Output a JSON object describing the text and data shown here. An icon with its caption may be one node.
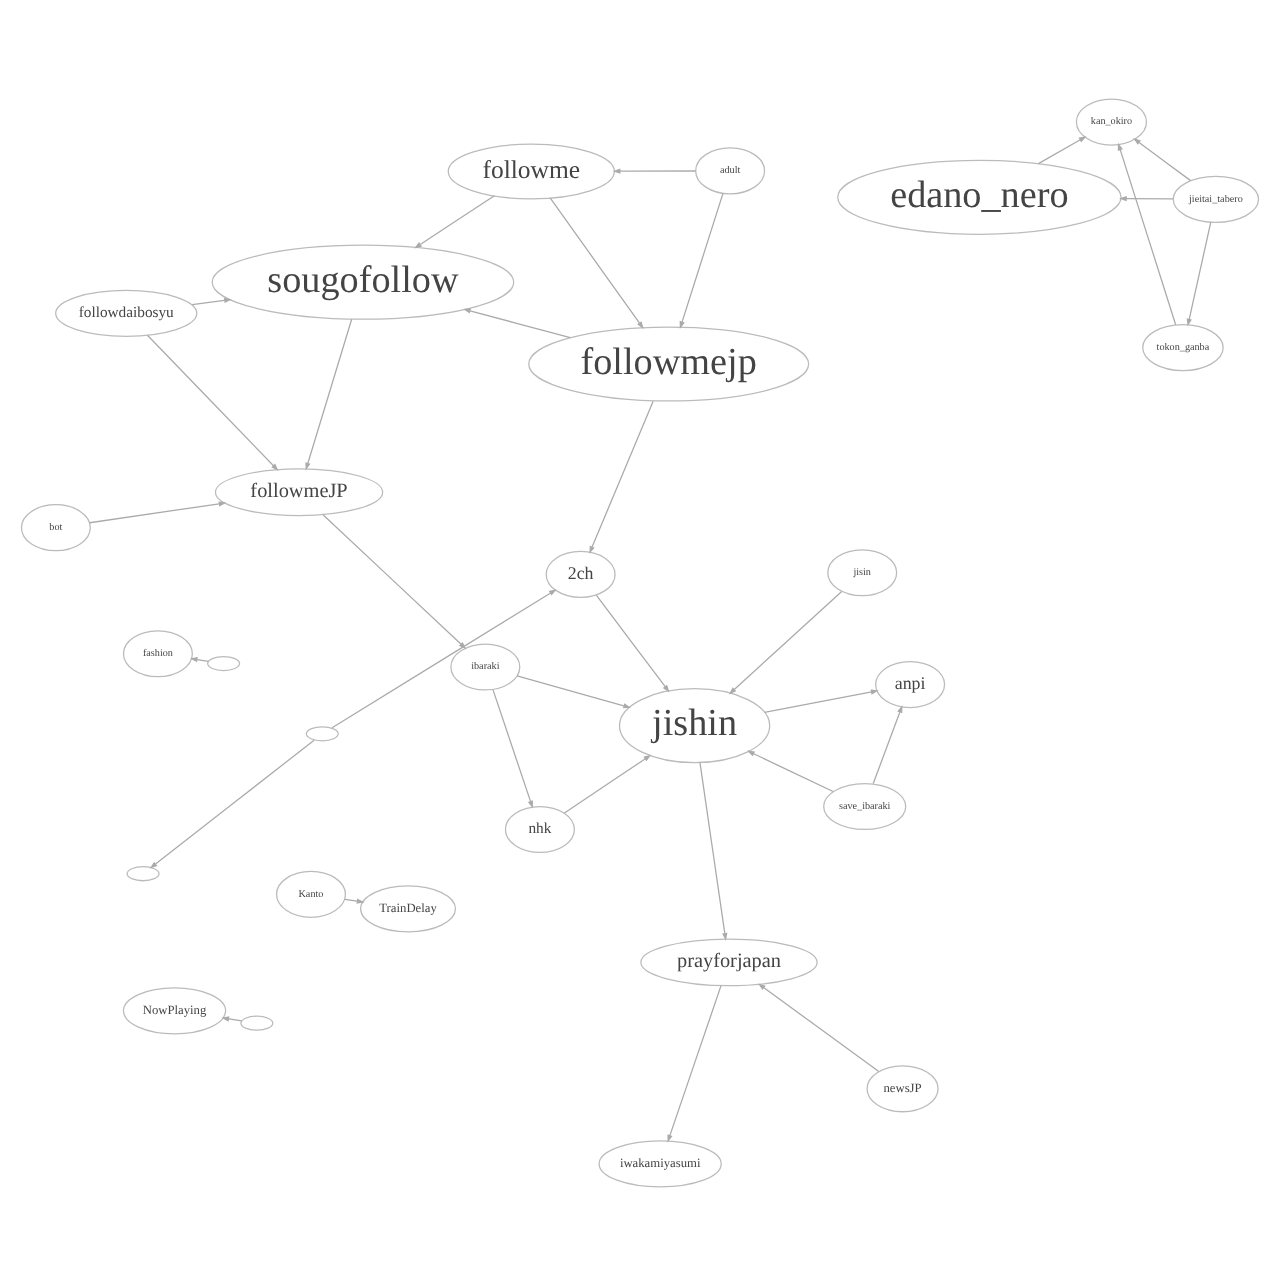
{
  "diagram": {
    "nodes": [
      {
        "text": [
          "followmejp"
        ]
      },
      {
        "text": [
          "followme"
        ]
      },
      {
        "text": [
          "sougofollow"
        ]
      },
      {
        "text": [
          "followdaibosyu"
        ]
      },
      {
        "text": [
          "followmeJP"
        ]
      },
      {
        "text": [
          "adult"
        ]
      },
      {
        "text": [
          "bot"
        ]
      },
      {
        "text": [
          "jishin"
        ]
      },
      {
        "text": [
          "prayforjapan"
        ]
      },
      {
        "text": [
          "anpi"
        ]
      },
      {
        "text": [
          "save_ibaraki"
        ]
      },
      {
        "text": [
          "nhk"
        ]
      },
      {
        "text": [
          "jisin"
        ]
      },
      {
        "text": [
          "ibaraki"
        ]
      },
      {
        "text": [
          "2ch"
        ]
      },
      {
        "text": [],
        "shape": "ellipse"
      },
      {
        "text": [
          "newsJP"
        ]
      },
      {
        "text": [
          "Kanto"
        ]
      },
      {
        "text": [
          "TrainDelay"
        ]
      },
      {
        "text": [
          "iwakamiyasumi"
        ]
      },
      {
        "text": [
          "edano_nero"
        ]
      },
      {
        "text": [
          "jieitai_tabero"
        ]
      },
      {
        "text": [
          "tokon_ganba"
        ]
      },
      {
        "text": [
          "kan_okiro"
        ]
      },
      {
        "text": [
          "fashion"
        ]
      },
      {
        "text": [
          "NowPlaying"
        ]
      },
      {
        "text": [],
        "shape": "ellipse"
      },
      {
        "text": [],
        "shape": "ellipse"
      },
      {
        "text": [],
        "shape": "ellipse"
      }
    ],
    "edges": [
      {
        "from": 1,
        "to": 0,
        "arrow": "to"
      },
      {
        "from": 0,
        "to": 2,
        "arrow": "to"
      },
      {
        "from": 1,
        "to": 2,
        "arrow": "to"
      },
      {
        "from": 3,
        "to": 2,
        "arrow": "to"
      },
      {
        "from": 2,
        "to": 4,
        "arrow": "to"
      },
      {
        "from": 3,
        "to": 4,
        "arrow": "to"
      },
      {
        "from": 6,
        "to": 4,
        "arrow": "to"
      },
      {
        "from": 5,
        "to": 0,
        "arrow": "to"
      },
      {
        "from": 5,
        "to": 1,
        "arrow": "to"
      },
      {
        "from": 4,
        "to": 13,
        "arrow": "to"
      },
      {
        "from": 13,
        "to": 7,
        "arrow": "to"
      },
      {
        "from": 10,
        "to": 7,
        "arrow": "to"
      },
      {
        "from": 11,
        "to": 7,
        "arrow": "to"
      },
      {
        "from": 12,
        "to": 7,
        "arrow": "to"
      },
      {
        "from": 13,
        "to": 11,
        "arrow": "to"
      },
      {
        "from": 7,
        "to": 8,
        "arrow": "to"
      },
      {
        "from": 7,
        "to": 9,
        "arrow": "to"
      },
      {
        "from": 10,
        "to": 9,
        "arrow": "to"
      },
      {
        "from": 8,
        "to": 19,
        "arrow": "to"
      },
      {
        "from": 14,
        "to": 7,
        "arrow": "to"
      },
      {
        "from": 0,
        "to": 14,
        "arrow": "to"
      },
      {
        "from": 26,
        "to": 15,
        "arrow": "to"
      },
      {
        "from": 26,
        "to": 14,
        "arrow": "to"
      },
      {
        "from": 16,
        "to": 8,
        "arrow": "to"
      },
      {
        "from": 17,
        "to": 18,
        "arrow": "to"
      },
      {
        "from": 21,
        "to": 22,
        "arrow": "to"
      },
      {
        "from": 21,
        "to": 23,
        "arrow": "to"
      },
      {
        "from": 22,
        "to": 23,
        "arrow": "to"
      },
      {
        "from": 20,
        "to": 23,
        "arrow": "to"
      },
      {
        "from": 21,
        "to": 20,
        "arrow": "to"
      },
      {
        "from": 27,
        "to": 24,
        "arrow": "to"
      },
      {
        "from": 28,
        "to": 25,
        "arrow": "to"
      }
    ]
  }
}
